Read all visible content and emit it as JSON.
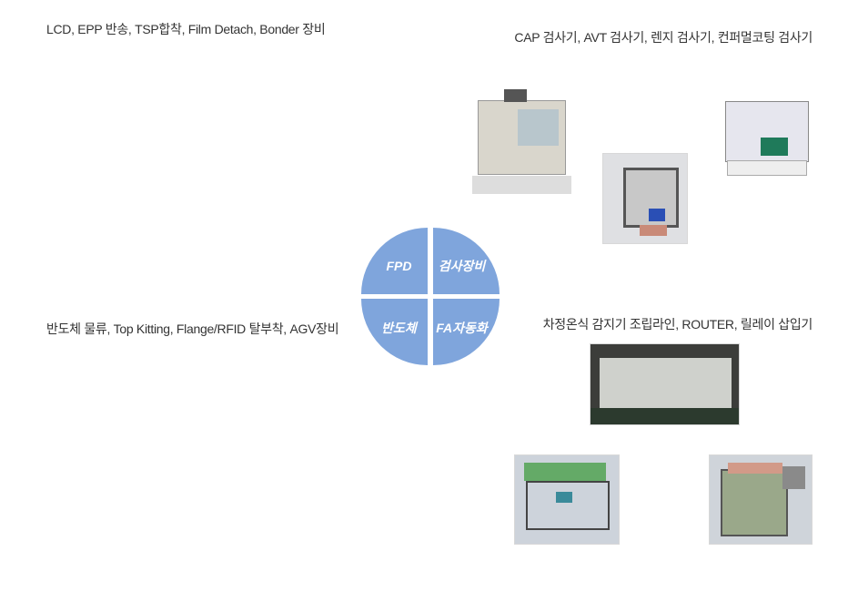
{
  "captions": {
    "fpd": "LCD, EPP 반송, TSP합착, Film Detach, Bonder 장비",
    "inspection": "CAP 검사기, AVT 검사기, 렌지 검사기, 컨퍼멀코팅 검사기",
    "semiconductor": "반도체 물류, Top Kitting, Flange/RFID 탈부착, AGV장비",
    "fa": "차정온식 감지기 조립라인, ROUTER, 릴레이 삽입기"
  },
  "quadrants": {
    "top_left": "FPD",
    "top_right": "검사장비",
    "bottom_left": "반도체",
    "bottom_right": "FA자동화"
  },
  "colors": {
    "quadrant": "#7fa5dc"
  }
}
